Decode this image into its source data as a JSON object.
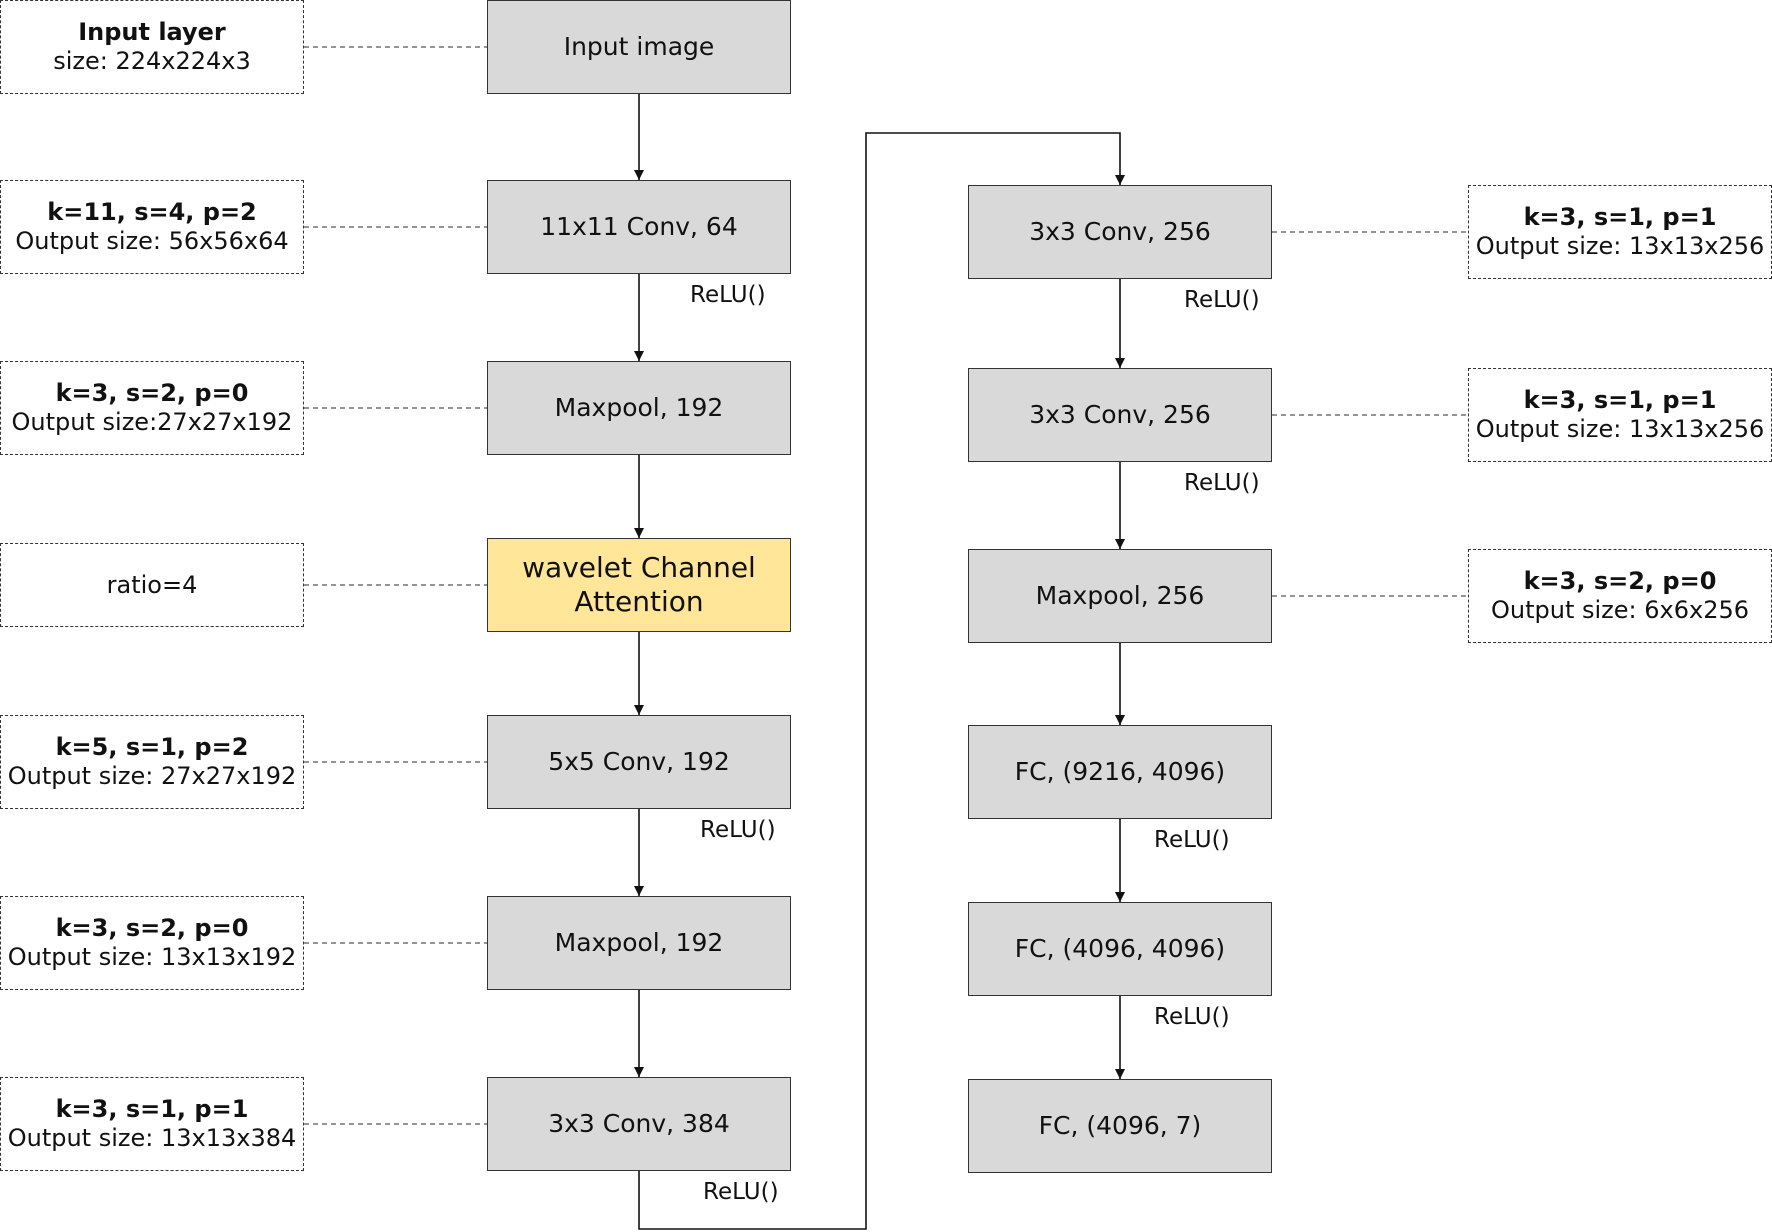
{
  "left_column": [
    {
      "id": "input-image",
      "label": "Input image",
      "note": {
        "head": "Input layer",
        "sub": "size: 224x224x3"
      }
    },
    {
      "id": "conv1",
      "label": "11x11 Conv, 64",
      "activation": "ReLU()",
      "note": {
        "head": "k=11, s=4, p=2",
        "sub": "Output size: 56x56x64"
      }
    },
    {
      "id": "maxpool1",
      "label": "Maxpool, 192",
      "note": {
        "head": "k=3, s=2, p=0",
        "sub": "Output size:27x27x192"
      }
    },
    {
      "id": "wavelet-attention",
      "label": "wavelet Channel Attention",
      "note": {
        "head": "",
        "sub": "ratio=4"
      }
    },
    {
      "id": "conv2",
      "label": "5x5 Conv, 192",
      "activation": "ReLU()",
      "note": {
        "head": "k=5, s=1, p=2",
        "sub": "Output size: 27x27x192"
      }
    },
    {
      "id": "maxpool2",
      "label": "Maxpool, 192",
      "note": {
        "head": "k=3, s=2, p=0",
        "sub": "Output size: 13x13x192"
      }
    },
    {
      "id": "conv3",
      "label": "3x3 Conv, 384",
      "activation": "ReLU()",
      "note": {
        "head": "k=3, s=1, p=1",
        "sub": "Output size: 13x13x384"
      }
    }
  ],
  "right_column": [
    {
      "id": "conv4",
      "label": "3x3 Conv, 256",
      "activation": "ReLU()",
      "note": {
        "head": "k=3, s=1, p=1",
        "sub": "Output size: 13x13x256"
      }
    },
    {
      "id": "conv5",
      "label": "3x3 Conv, 256",
      "activation": "ReLU()",
      "note": {
        "head": "k=3, s=1, p=1",
        "sub": "Output size: 13x13x256"
      }
    },
    {
      "id": "maxpool3",
      "label": "Maxpool, 256",
      "note": {
        "head": "k=3, s=2, p=0",
        "sub": "Output size: 6x6x256"
      }
    },
    {
      "id": "fc1",
      "label": "FC, (9216, 4096)",
      "activation": "ReLU()"
    },
    {
      "id": "fc2",
      "label": "FC, (4096, 4096)",
      "activation": "ReLU()"
    },
    {
      "id": "fc3",
      "label": "FC, (4096, 7)"
    }
  ],
  "colors": {
    "block": "#d9d9d9",
    "attention_block": "#ffe699",
    "border": "#333333"
  }
}
